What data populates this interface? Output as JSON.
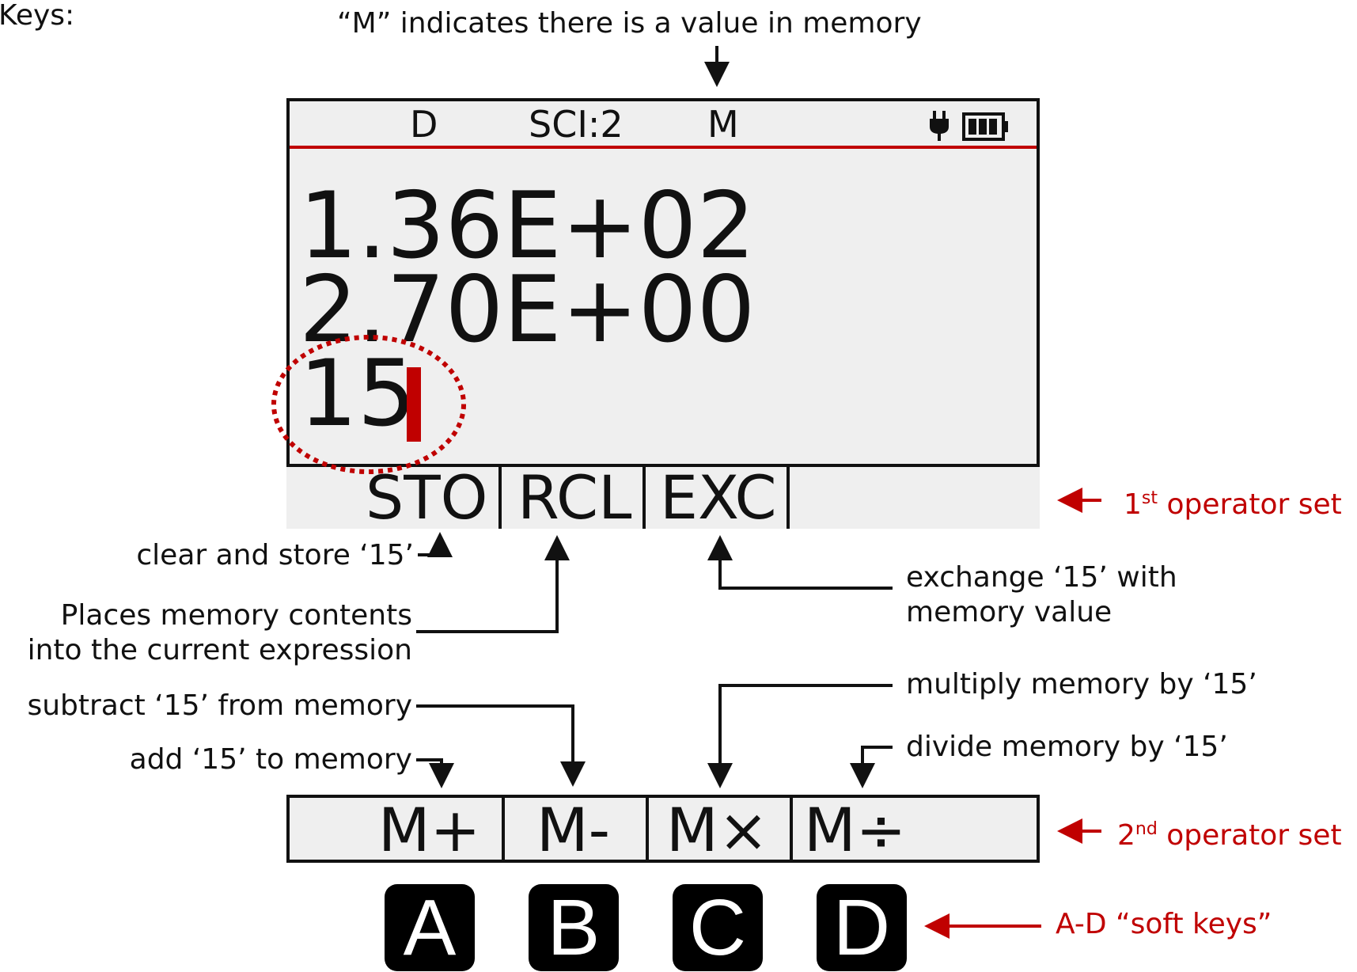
{
  "keys_label": "Keys:",
  "memory_note": "“M” indicates there is a value in memory",
  "screen": {
    "status": {
      "angle_mode": "D",
      "format": "SCI:2",
      "memory_flag": "M",
      "plug_icon": "plug-icon",
      "battery_icon": "battery-icon"
    },
    "stack": [
      "1.36E+02",
      "2.70E+00"
    ],
    "entry": "15"
  },
  "operator_set_1": {
    "cells": [
      "STO",
      "RCL",
      "EXC",
      ""
    ],
    "label": "operator set",
    "ordinal": "1",
    "sup": "st"
  },
  "operator_set_2": {
    "cells": [
      "M+",
      "M-",
      "M×",
      "M÷"
    ],
    "label": "operator set",
    "ordinal": "2",
    "sup": "nd"
  },
  "soft_keys": {
    "keys": [
      "A",
      "B",
      "C",
      "D"
    ],
    "label": "A-D “soft keys”"
  },
  "annotations": {
    "sto": "clear and store ‘15’",
    "rcl_line1": "Places memory contents",
    "rcl_line2": "into the current expression",
    "exc_line1": "exchange ‘15’ with",
    "exc_line2": "memory value",
    "m_minus": "subtract ‘15’ from memory",
    "m_plus": "add ‘15’ to memory",
    "m_times": "multiply memory by ‘15’",
    "m_divide": "divide memory by ‘15’"
  },
  "colors": {
    "accent": "#c00000",
    "screen_bg": "#efefef",
    "ink": "#111111"
  }
}
